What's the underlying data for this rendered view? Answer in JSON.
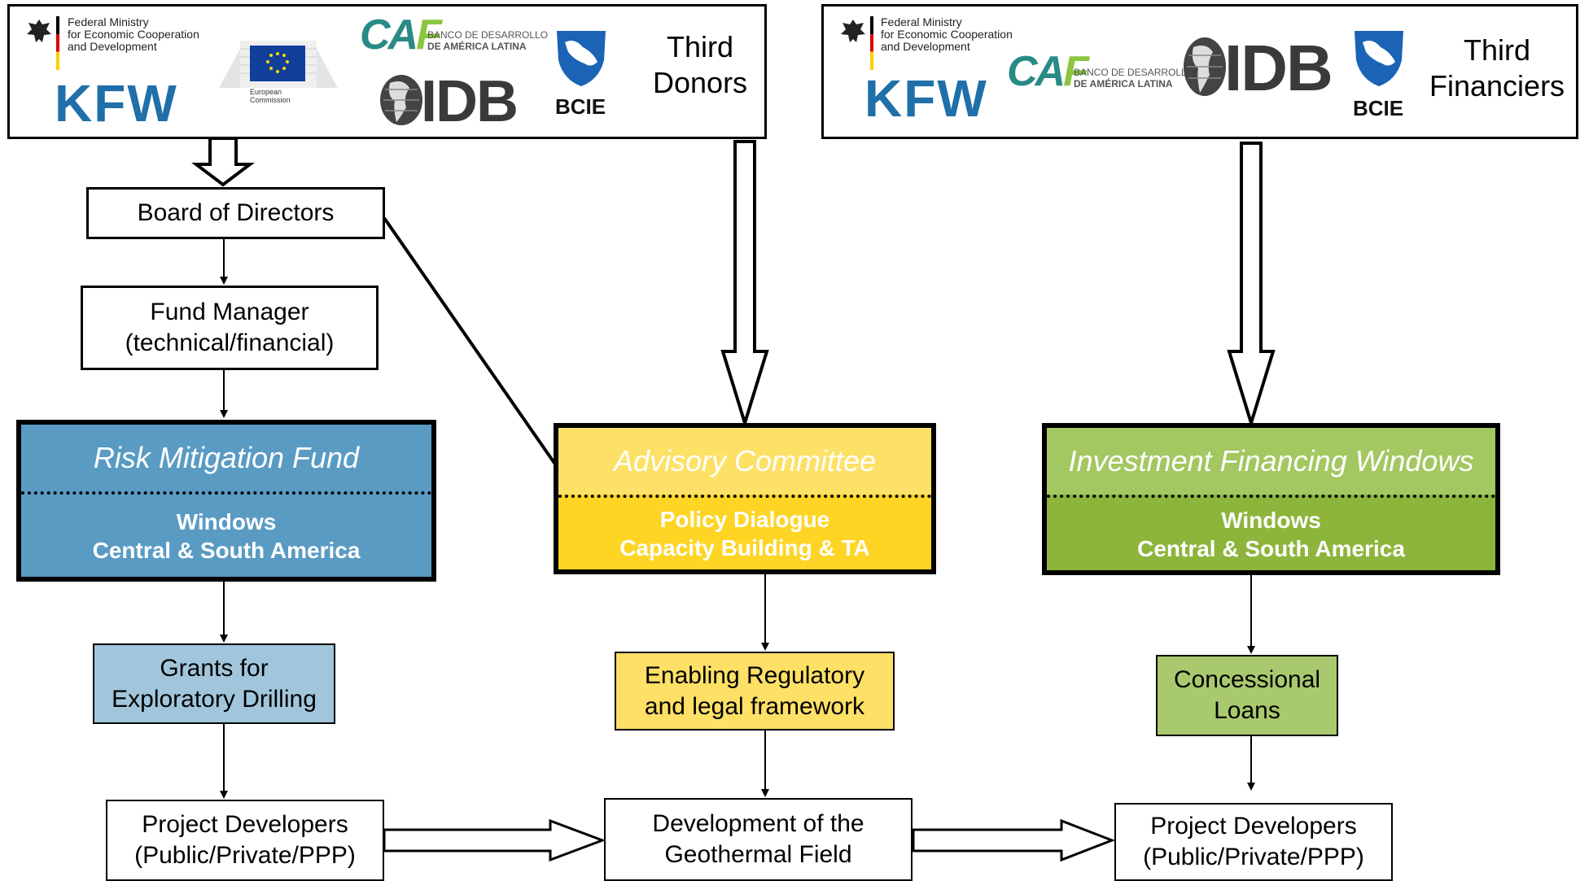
{
  "sponsors_left": {
    "bmz": [
      "Federal Ministry",
      "for Economic Cooperation",
      "and Development"
    ],
    "kfw": "KFW",
    "eu": [
      "European",
      "Commission"
    ],
    "caf": {
      "logo": "CAF",
      "line1": "BANCO DE DESARROLLO",
      "line2": "DE AMÉRICA LATINA"
    },
    "idb": "IDB",
    "bcie": "BCIE",
    "label": [
      "Third",
      "Donors"
    ]
  },
  "sponsors_right": {
    "bmz": [
      "Federal Ministry",
      "for Economic Cooperation",
      "and Development"
    ],
    "kfw": "KFW",
    "caf": {
      "logo": "CAF",
      "line1": "BANCO DE DESARROLLO",
      "line2": "DE AMÉRICA LATINA"
    },
    "idb": "IDB",
    "bcie": "BCIE",
    "label": [
      "Third",
      "Financiers"
    ]
  },
  "board": "Board of Directors",
  "fund_manager": [
    "Fund Manager",
    "(technical/financial)"
  ],
  "risk_fund": {
    "title": "Risk Mitigation Fund",
    "lines": [
      "Windows",
      "Central & South America"
    ]
  },
  "advisory": {
    "title": "Advisory Committee",
    "lines": [
      "Policy Dialogue",
      "Capacity Building & TA"
    ]
  },
  "investment": {
    "title": "Investment Financing Windows",
    "lines": [
      "Windows",
      "Central & South America"
    ]
  },
  "grants": [
    "Grants for",
    "Exploratory Drilling"
  ],
  "enabling": [
    "Enabling Regulatory",
    "and legal framework"
  ],
  "loans": [
    "Concessional",
    "Loans"
  ],
  "developers_left": [
    "Project Developers",
    "(Public/Private/PPP)"
  ],
  "development": [
    "Development of the",
    "Geothermal Field"
  ],
  "developers_right": [
    "Project Developers",
    "(Public/Private/PPP)"
  ],
  "colors": {
    "risk_top": "#5a9bc3",
    "risk_bottom": "#5a9bc3",
    "advisory_top": "#fde066",
    "advisory_bottom": "#fed525",
    "investment_top": "#a3c761",
    "investment_bottom": "#8db53c",
    "grants": "#a1c6dc",
    "enabling": "#fee066",
    "loans": "#a9c96e"
  }
}
